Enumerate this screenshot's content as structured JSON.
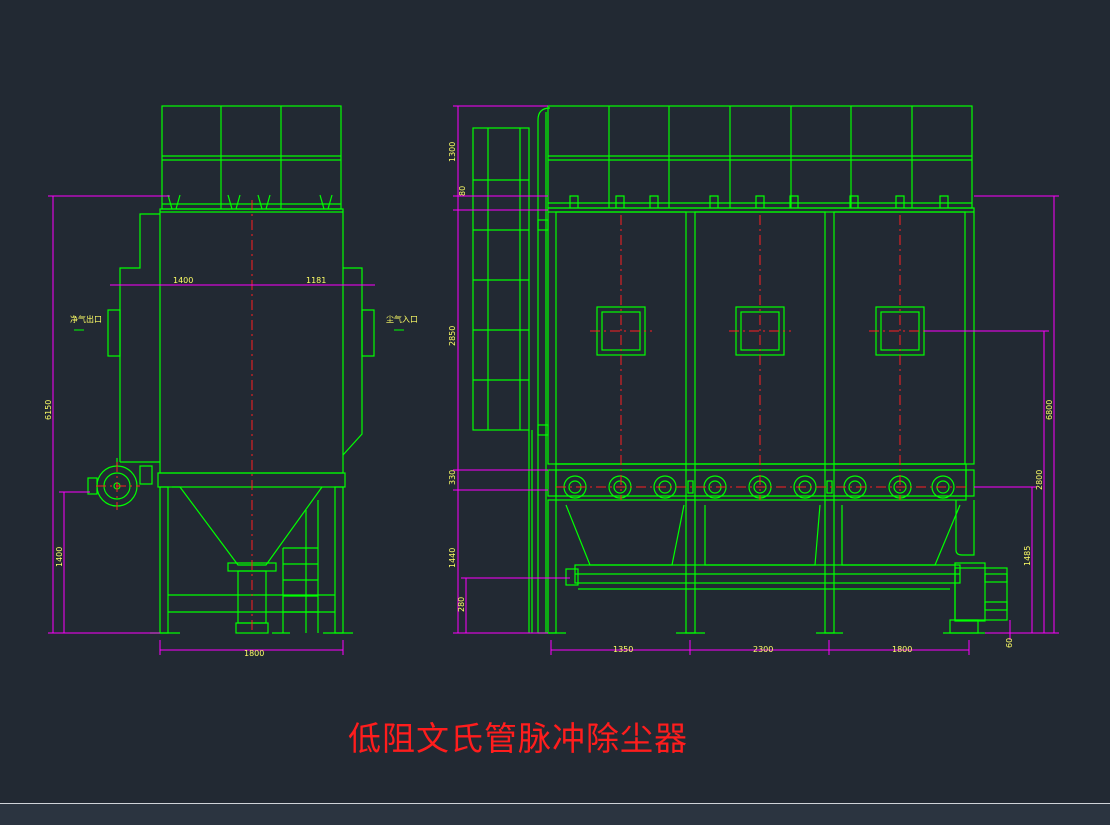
{
  "colors": {
    "background": "#222933",
    "outline": "#00ff00",
    "dimension": "#ff00ff",
    "centerline": "#ff2020",
    "text": "#ffff66",
    "title": "#ff1d1d"
  },
  "drawing": {
    "title": "低阻文氏管脉冲除尘器",
    "side_view": {
      "clean_gas_outlet": "净气出口",
      "dusty_gas_inlet": "尘气入口",
      "dim_top_left": "1400",
      "dim_top_right": "1181",
      "dim_height_total": "6150",
      "dim_height_support": "1400",
      "dim_width_bottom": "1800"
    },
    "front_view": {
      "dim_top": "1300",
      "dim_small_top": "80",
      "dim_body": "2850",
      "dim_mid": "330",
      "dim_lower": "1440",
      "dim_base": "280",
      "dim_right_total": "6800",
      "dim_right_mid": "2800",
      "dim_right_low": "1485",
      "dim_right_small": "60",
      "dim_bottom_1": "1350",
      "dim_bottom_2": "2300",
      "dim_bottom_3": "1800"
    }
  }
}
